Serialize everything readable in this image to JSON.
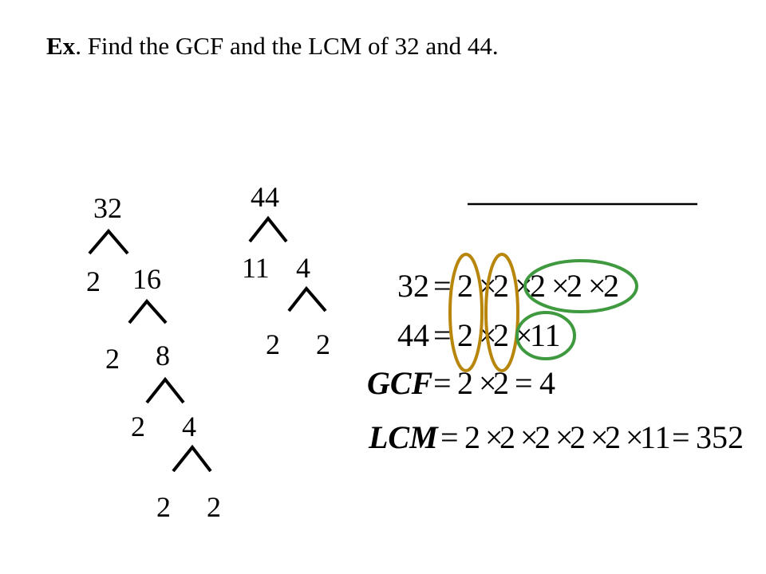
{
  "title": {
    "prefix": "Ex",
    "text": ". Find the GCF and the LCM of 32 and 44."
  },
  "tree32": {
    "root": "32",
    "level1": [
      "2",
      "16"
    ],
    "level2": [
      "2",
      "8"
    ],
    "level3": [
      "2",
      "4"
    ],
    "level4": [
      "2",
      "2"
    ]
  },
  "tree44": {
    "root": "44",
    "level1": [
      "11",
      "4"
    ],
    "level2": [
      "2",
      "2"
    ]
  },
  "equations": {
    "eq32": {
      "lhs": "32",
      "factors": [
        "2",
        "2",
        "2",
        "2",
        "2"
      ]
    },
    "eq44": {
      "lhs": "44",
      "factors": [
        "2",
        "2",
        "11"
      ]
    },
    "gcf": {
      "label": "GCF",
      "factors": [
        "2",
        "2"
      ],
      "result": "4"
    },
    "lcm": {
      "label": "LCM",
      "factors": [
        "2",
        "2",
        "2",
        "2",
        "2",
        "11"
      ],
      "result": "352"
    },
    "equals": "=",
    "times": "×"
  },
  "colors": {
    "common_oval": "#b8860b",
    "extra_oval": "#3f9a3f",
    "text": "#000000"
  }
}
